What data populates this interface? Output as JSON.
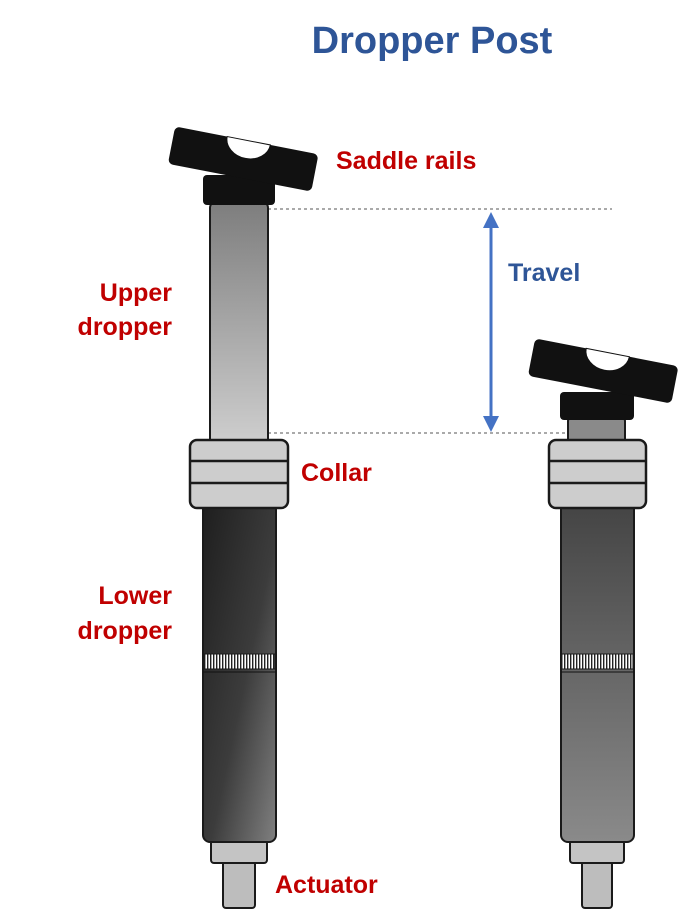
{
  "title": "Dropper Post",
  "labels": {
    "saddle_rails": "Saddle rails",
    "upper_dropper_line1": "Upper",
    "upper_dropper_line2": "dropper",
    "travel": "Travel",
    "collar": "Collar",
    "lower_dropper_line1": "Lower",
    "lower_dropper_line2": "dropper",
    "actuator": "Actuator"
  },
  "colors": {
    "title": "#2e5597",
    "label": "#c00000",
    "travel": "#2e5597",
    "travel_arrow": "#4472c4",
    "outline": "#1a1a1a",
    "clamp": "#111111",
    "collar": "#cdcdcd",
    "guide_line": "#555555"
  }
}
